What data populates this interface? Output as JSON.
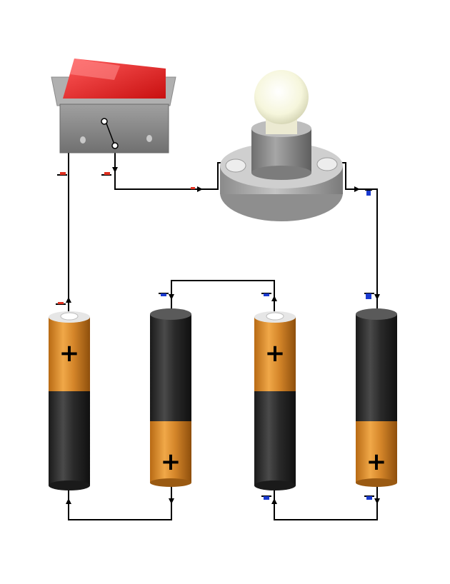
{
  "diagram": {
    "components": {
      "switch": {
        "name": "rocker-switch",
        "state": "open"
      },
      "lamp": {
        "name": "light-bulb"
      },
      "batteries": [
        {
          "name": "battery-1",
          "orientation": "positive-up"
        },
        {
          "name": "battery-2",
          "orientation": "positive-down"
        },
        {
          "name": "battery-3",
          "orientation": "positive-up"
        },
        {
          "name": "battery-4",
          "orientation": "positive-down"
        }
      ]
    },
    "battery_plus_symbol": "+",
    "colors": {
      "switch_rocker": "#e52020",
      "switch_body": "#8c8c8c",
      "battery_orange": "#d5862a",
      "battery_black": "#2a2a2a",
      "bulb_glass": "#fbfbe6",
      "lamp_base": "#a8a8a8",
      "wire": "#000000",
      "charge_negative_red": "#e03020",
      "charge_negative_blue": "#1a3ad0"
    },
    "icons": {
      "current_arrow": "arrow-icon",
      "charge_marker": "electron-icon"
    }
  }
}
